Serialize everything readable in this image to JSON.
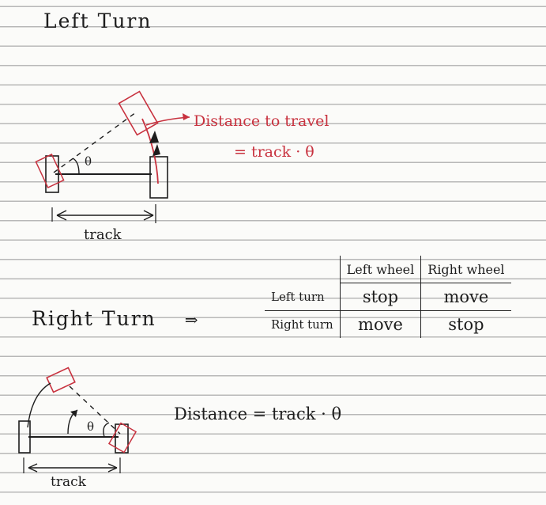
{
  "left_turn": {
    "title": "Left Turn",
    "theta_label": "θ",
    "track_label": "track",
    "distance_note": "Distance to travel",
    "formula": "= track · θ"
  },
  "table": {
    "headers": [
      "",
      "Left wheel",
      "Right wheel"
    ],
    "rows": [
      {
        "label": "Left turn",
        "left": "stop",
        "right": "move"
      },
      {
        "label": "Right turn",
        "left": "move",
        "right": "stop"
      }
    ]
  },
  "right_turn": {
    "title": "Right Turn",
    "arrow": "⇒",
    "theta_label": "θ",
    "track_label": "track",
    "formula": "Distance = track · θ"
  },
  "colors": {
    "ink": "#1d1d1d",
    "red_ink": "#c8323f",
    "rule_line": "#b8b8b8",
    "paper": "#fbfbf9"
  }
}
